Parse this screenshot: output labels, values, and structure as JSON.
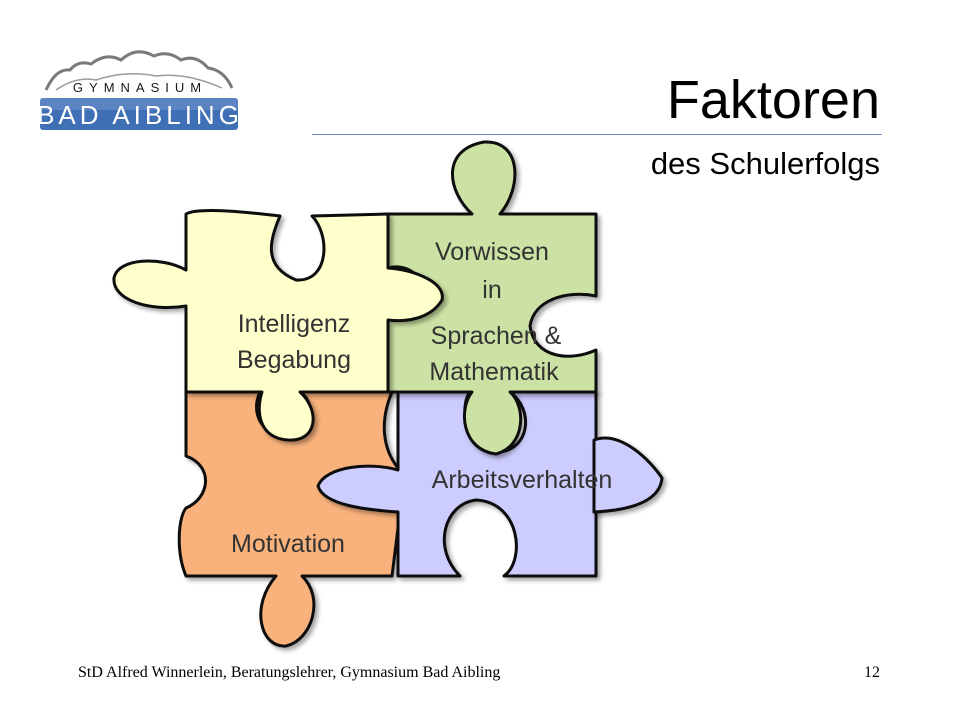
{
  "logo": {
    "line1": "GYMNASIUM",
    "line2": "BAD AIBLING",
    "colors": {
      "band": "#3f6fb4",
      "mountains": "#7a7a7a"
    }
  },
  "slide": {
    "title": "Faktoren",
    "subtitle": "des Schulerfolgs"
  },
  "puzzle": {
    "pieces": [
      {
        "id": "intelligenz",
        "lines": [
          "Intelligenz",
          "Begabung"
        ],
        "color": "#ffffcc"
      },
      {
        "id": "vorwissen",
        "lines": [
          "Vorwissen",
          "in",
          "Sprachen &",
          "Mathematik"
        ],
        "color": "#cce2a4"
      },
      {
        "id": "motivation",
        "lines": [
          "Motivation"
        ],
        "color": "#f9b27c"
      },
      {
        "id": "arbeitsverhalten",
        "lines": [
          "Arbeitsverhalten"
        ],
        "color": "#ccccff"
      }
    ]
  },
  "footer": {
    "text": "StD Alfred Winnerlein, Beratungslehrer, Gymnasium Bad Aibling",
    "page": "12"
  }
}
